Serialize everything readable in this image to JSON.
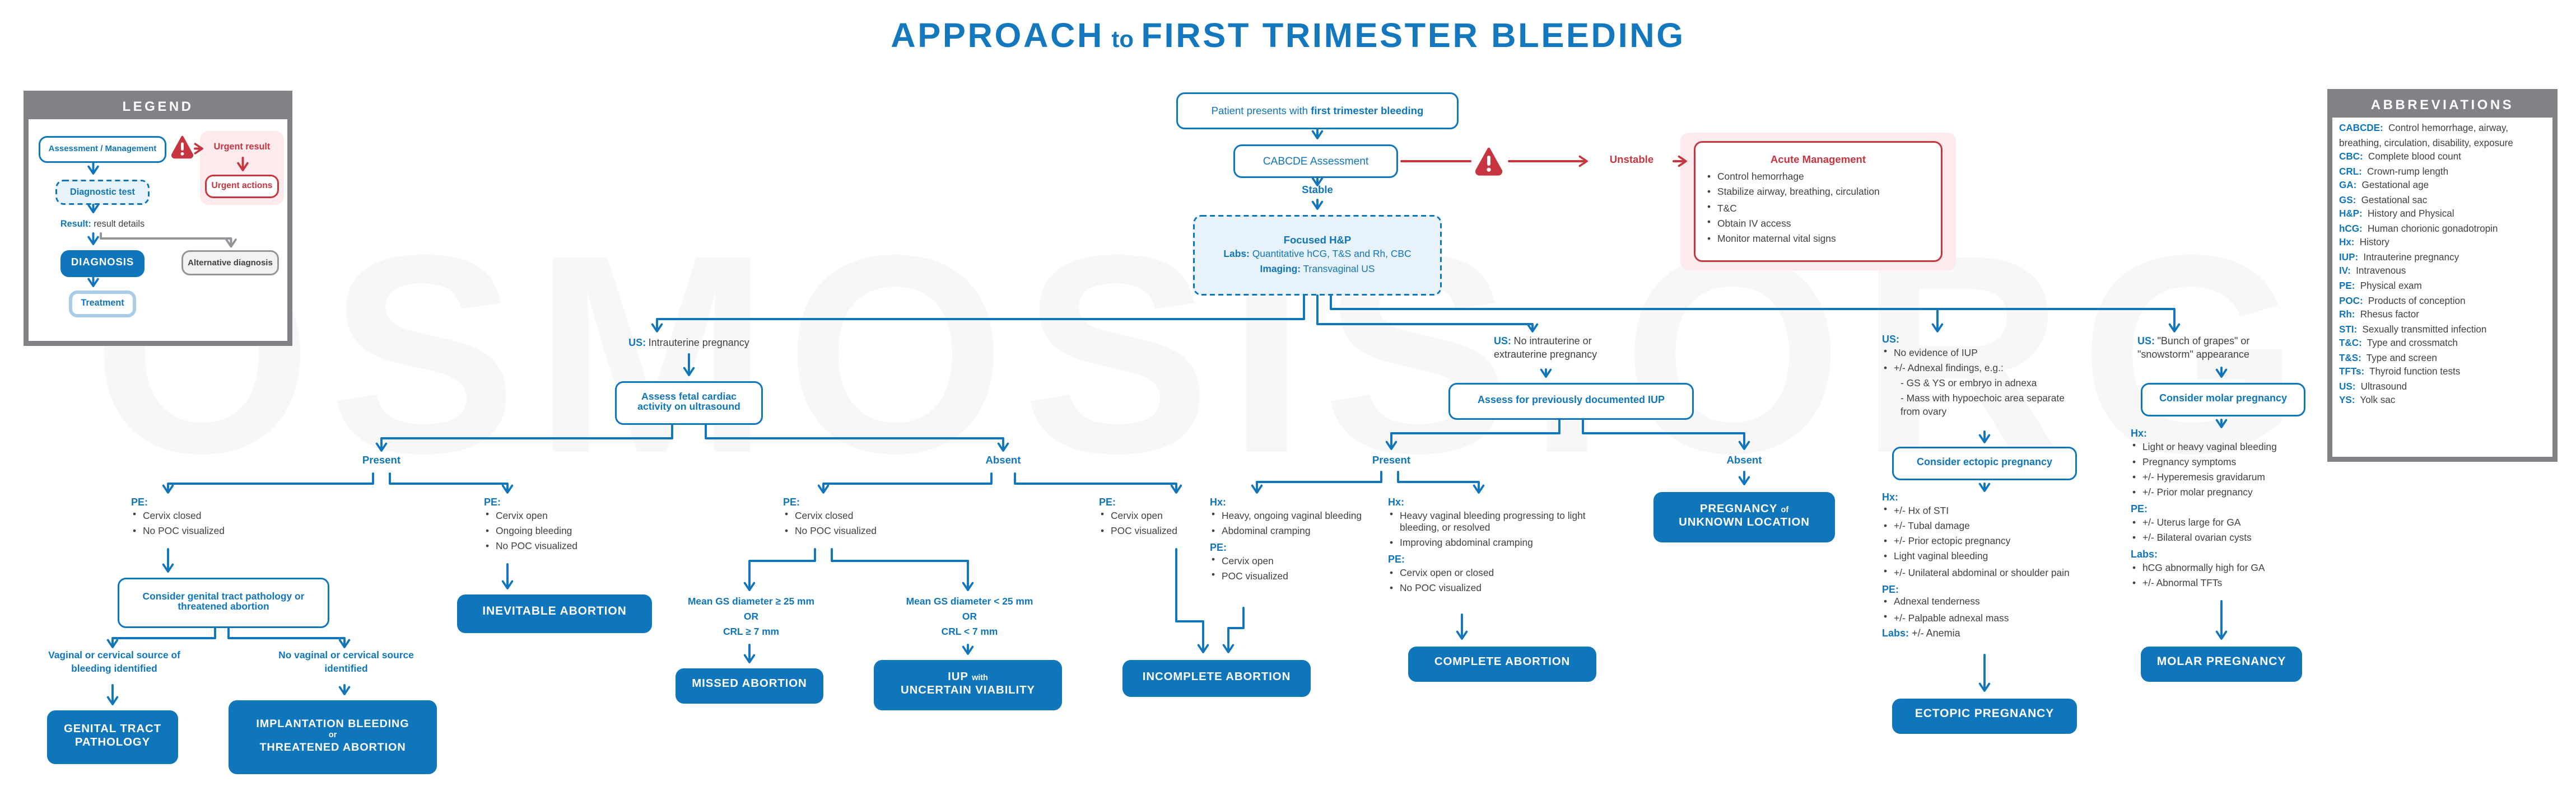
{
  "title": {
    "a": "APPROACH",
    "to": "to",
    "b": "FIRST TRIMESTER BLEEDING"
  },
  "watermark": "OSMOSIS.ORG",
  "colors": {
    "blue": "#1076bc",
    "red": "#c63540",
    "gray": "#808285"
  },
  "legend": {
    "header": "LEGEND",
    "assessment": "Assessment / Management",
    "urgent_result": "Urgent result",
    "urgent_actions": "Urgent actions",
    "diagnostic": "Diagnostic test",
    "result_label": "Result:",
    "result_text": "result details",
    "diagnosis": "DIAGNOSIS",
    "alternative": "Alternative diagnosis",
    "treatment": "Treatment"
  },
  "abbreviations": {
    "header": "ABBREVIATIONS",
    "items": [
      {
        "a": "CABCDE:",
        "t": "Control hemorrhage, airway, breathing, circulation, disability, exposure"
      },
      {
        "a": "CBC:",
        "t": "Complete blood count"
      },
      {
        "a": "CRL:",
        "t": "Crown-rump length"
      },
      {
        "a": "GA:",
        "t": "Gestational age"
      },
      {
        "a": "GS:",
        "t": "Gestational sac"
      },
      {
        "a": "H&P:",
        "t": "History and Physical"
      },
      {
        "a": "hCG:",
        "t": "Human chorionic gonadotropin"
      },
      {
        "a": "Hx:",
        "t": "History"
      },
      {
        "a": "IUP:",
        "t": "Intrauterine pregnancy"
      },
      {
        "a": "IV:",
        "t": "Intravenous"
      },
      {
        "a": "PE:",
        "t": "Physical exam"
      },
      {
        "a": "POC:",
        "t": "Products of conception"
      },
      {
        "a": "Rh:",
        "t": "Rhesus factor"
      },
      {
        "a": "STI:",
        "t": "Sexually transmitted infection"
      },
      {
        "a": "T&C:",
        "t": "Type and crossmatch"
      },
      {
        "a": "T&S:",
        "t": "Type and screen"
      },
      {
        "a": "TFTs:",
        "t": "Thyroid function tests"
      },
      {
        "a": "US:",
        "t": "Ultrasound"
      },
      {
        "a": "YS:",
        "t": "Yolk sac"
      }
    ]
  },
  "top": {
    "patient_plain": "Patient presents with ",
    "patient_bold": "first trimester bleeding",
    "cabcde": "CABCDE Assessment",
    "unstable": "Unstable",
    "stable": "Stable",
    "acute": {
      "title": "Acute Management",
      "items": [
        {
          "t": "Control hemorrhage"
        },
        {
          "t": "Stabilize airway, breathing, circulation"
        },
        {
          "t": "T&C"
        },
        {
          "t": "Obtain IV access"
        },
        {
          "t": "Monitor maternal vital signs"
        }
      ]
    },
    "focused": {
      "title": "Focused H&P",
      "labs_label": "Labs:",
      "labs": "Quantitative hCG, T&S and Rh, CBC",
      "imaging_label": "Imaging:",
      "imaging": "Transvaginal US"
    }
  },
  "iup": {
    "head_label": "US:",
    "head_text": "Intrauterine pregnancy",
    "assess": "Assess fetal cardiac activity on ultrasound",
    "present": "Present",
    "absent": "Absent",
    "pe_label": "PE:",
    "pe_a": [
      {
        "t": "Cervix closed"
      },
      {
        "t": "No POC visualized"
      }
    ],
    "consider": "Consider genital tract pathology or threatened abortion",
    "vaginal": "Vaginal or cervical source of bleeding identified",
    "no_vaginal": "No vaginal or cervical source identified",
    "dx_genital": {
      "l1": "GENITAL TRACT",
      "l2": "PATHOLOGY"
    },
    "dx_implantation": {
      "l1": "IMPLANTATION BLEEDING",
      "or": "or",
      "l2": "THREATENED ABORTION"
    },
    "pe_b": [
      {
        "t": "Cervix open"
      },
      {
        "t": "Ongoing bleeding"
      },
      {
        "t": "No POC visualized"
      }
    ],
    "dx_inevitable": "INEVITABLE ABORTION",
    "pe_c": [
      {
        "t": "Cervix closed"
      },
      {
        "t": "No POC visualized"
      }
    ],
    "crit_a": {
      "l1": "Mean GS diameter ≥ 25 mm",
      "or": "OR",
      "l2": "CRL ≥ 7 mm"
    },
    "crit_b": {
      "l1": "Mean GS diameter < 25 mm",
      "or": "OR",
      "l2": "CRL < 7 mm"
    },
    "dx_missed": "MISSED ABORTION",
    "dx_uncertain": {
      "l1a": "IUP",
      "l1b": "with",
      "l2": "UNCERTAIN VIABILITY"
    },
    "pe_d": [
      {
        "t": "Cervix open"
      },
      {
        "t": "POC visualized"
      }
    ],
    "dx_incomplete": "INCOMPLETE ABORTION"
  },
  "nop": {
    "head_label": "US:",
    "head_text1": "No intrauterine or",
    "head_text2": "extrauterine pregnancy",
    "assess": "Assess for previously documented IUP",
    "present": "Present",
    "absent": "Absent",
    "hx_label": "Hx:",
    "pe_label": "PE:",
    "hx_a": [
      {
        "t": "Heavy, ongoing vaginal bleeding"
      },
      {
        "t": "Abdominal cramping"
      }
    ],
    "pe_a": [
      {
        "t": "Cervix open"
      },
      {
        "t": "POC visualized"
      }
    ],
    "hx_b": [
      {
        "t": "Heavy vaginal bleeding progressing to light bleeding, or resolved"
      },
      {
        "t": "Improving abdominal cramping"
      }
    ],
    "pe_b": [
      {
        "t": "Cervix open or closed"
      },
      {
        "t": "No POC visualized"
      }
    ],
    "dx_complete": "COMPLETE ABORTION",
    "dx_pul": {
      "l1a": "PREGNANCY",
      "l1b": "of",
      "l2": "UNKNOWN LOCATION"
    }
  },
  "ectopic": {
    "us_label": "US:",
    "us": [
      {
        "t": "No evidence of IUP"
      },
      {
        "t": "+/- Adnexal findings, e.g.:"
      },
      {
        "t": "- GS & YS or embryo in adnexa",
        "s": true
      },
      {
        "t": "- Mass with hypoechoic area separate from ovary",
        "s": true
      }
    ],
    "consider": "Consider ectopic pregnancy",
    "hx_label": "Hx:",
    "hx": [
      {
        "t": "+/- Hx of STI"
      },
      {
        "t": "+/- Tubal damage"
      },
      {
        "t": "+/- Prior ectopic pregnancy"
      },
      {
        "t": "Light vaginal bleeding"
      },
      {
        "t": "+/- Unilateral abdominal or shoulder pain"
      }
    ],
    "pe_label": "PE:",
    "pe": [
      {
        "t": "Adnexal tenderness"
      },
      {
        "t": "+/- Palpable adnexal mass"
      }
    ],
    "labs_label": "Labs:",
    "labs": "+/- Anemia",
    "dx": "ECTOPIC PREGNANCY"
  },
  "molar": {
    "head_label": "US:",
    "head_text1": "\"Bunch of grapes\" or",
    "head_text2": "\"snowstorm\" appearance",
    "consider": "Consider molar pregnancy",
    "hx_label": "Hx:",
    "hx": [
      {
        "t": "Light or heavy vaginal bleeding"
      },
      {
        "t": "Pregnancy symptoms"
      },
      {
        "t": "+/- Hyperemesis gravidarum"
      },
      {
        "t": "+/- Prior molar pregnancy"
      }
    ],
    "pe_label": "PE:",
    "pe": [
      {
        "t": "+/- Uterus large for GA"
      },
      {
        "t": "+/- Bilateral ovarian cysts"
      }
    ],
    "labs_label": "Labs:",
    "labs": [
      {
        "t": "hCG abnormally high for GA"
      },
      {
        "t": "+/- Abnormal TFTs"
      }
    ],
    "dx": "MOLAR PREGNANCY"
  }
}
